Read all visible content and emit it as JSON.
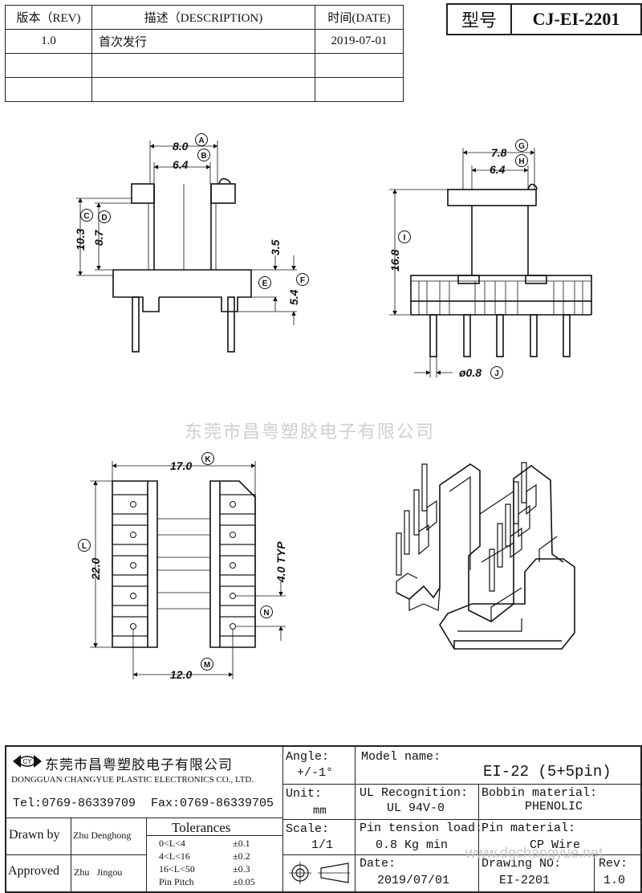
{
  "revision_table": {
    "headers": [
      "版本（REV)",
      "描述（DESCRIPTION)",
      "时间(DATE)"
    ],
    "rows": [
      [
        "1.0",
        "首次发行",
        "2019-07-01"
      ],
      [
        "",
        "",
        ""
      ],
      [
        "",
        "",
        ""
      ]
    ]
  },
  "model": {
    "label": "型号",
    "value": "CJ-EI-2201"
  },
  "watermark": "东莞市昌粤塑胶电子有限公司",
  "watermark2": "www.dgchangyue.net",
  "dimensions": {
    "front": {
      "A": "8.0",
      "B": "6.4",
      "C": "10.3",
      "D": "8.7",
      "E": "3.5",
      "F": "5.4",
      "A_tag": "A",
      "B_tag": "B",
      "C_tag": "C",
      "D_tag": "D",
      "E_tag": "E",
      "F_tag": "F"
    },
    "side": {
      "G": "7.8",
      "H": "6.4",
      "I": "16.8",
      "J": "ø0.8",
      "G_tag": "G",
      "H_tag": "H",
      "I_tag": "I",
      "J_tag": "J"
    },
    "bottom": {
      "K": "17.0",
      "L": "22.0",
      "M": "12.0",
      "N": "4.0 TYP",
      "K_tag": "K",
      "L_tag": "L",
      "M_tag": "M",
      "N_tag": "N"
    }
  },
  "title_block": {
    "company_cn": "东莞市昌粤塑胶电子有限公司",
    "company_en": "DONGGUAN CHANGYUE PLASTIC ELECTRONICS CO., LTD.",
    "logo_text": "CY",
    "tel": "Tel:0769-86339709",
    "fax": "Fax:0769-86339705",
    "drawn_by_label": "Drawn by",
    "drawn_by": "Zhu Denghong",
    "approved_label": "Approved",
    "approved_by": "Zhu   Jingou",
    "tolerances_label": "Tolerances",
    "tolerances": [
      {
        "range": "0<L<4",
        "value": "±0.1"
      },
      {
        "range": "4<L<16",
        "value": "±0.2"
      },
      {
        "range": "16<L<50",
        "value": "±0.3"
      },
      {
        "range": "Pin Pitch",
        "value": "±0.05"
      }
    ],
    "angle_label": "Angle:",
    "angle": "+/-1°",
    "unit_label": "Unit:",
    "unit": "mm",
    "scale_label": "Scale:",
    "scale": "1/1",
    "model_name_label": "Model name:",
    "model_name": "EI-22 (5+5pin)",
    "ul_label": "UL Recognition:",
    "ul": "UL 94V-0",
    "bobbin_label": "Bobbin material:",
    "bobbin": "PHENOLIC",
    "pin_tension_label": "Pin tension load:",
    "pin_tension": "0.8 Kg min",
    "pin_material_label": "Pin material:",
    "pin_material": "CP Wire",
    "date_label": "Date:",
    "date": "2019/07/01",
    "drawing_no_label": "Drawing NO:",
    "drawing_no": "EI-2201",
    "rev_label": "Rev:",
    "rev": "1.0"
  }
}
